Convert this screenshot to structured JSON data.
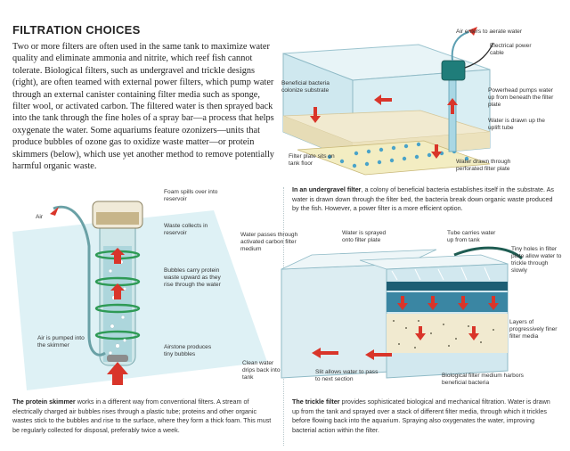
{
  "title": "FILTRATION CHOICES",
  "intro": "Two or more filters are often used in the same tank to maximize water quality and eliminate ammonia and nitrite, which reef fish cannot tolerate. Biological filters, such as undergravel and trickle designs (right), are often teamed with external power filters, which pump water through an external canister containing filter media such as sponge, filter wool, or activated carbon. The filtered water is then sprayed back into the tank through the fine holes of a spray bar—a process that helps oxygenate the water. Some aquariums feature ozonizers—units that produce bubbles of ozone gas to oxidize waste matter—or protein skimmers (below), which use yet another method to remove potentially harmful organic waste.",
  "undergravel": {
    "labels": {
      "air_enters": "Air enters to aerate water",
      "electrical_cable": "Electrical power cable",
      "beneficial_bacteria": "Beneficial bacteria colonize substrate",
      "powerhead": "Powerhead pumps water up from beneath the filter plate",
      "water_drawn_up": "Water is drawn up the uplift tube",
      "filter_plate": "Filter plate sits on tank floor",
      "water_drawn_through": "Water drawn through perforated filter plate"
    },
    "caption_bold": "In an undergravel filter",
    "caption_text": ", a colony of beneficial bacteria establishes itself in the substrate. As water is drawn down through the filter bed, the bacteria break down organic waste produced by the fish. However, a power filter is a more efficient option."
  },
  "skimmer": {
    "labels": {
      "air": "Air",
      "foam_spills": "Foam spills over into reservoir",
      "waste_collects": "Waste collects in reservoir",
      "bubbles_carry": "Bubbles carry protein waste upward as they rise through the water",
      "air_pumped": "Air is pumped into the skimmer",
      "airstone": "Airstone produces tiny bubbles"
    },
    "caption_bold": "The protein skimmer",
    "caption_text": " works in a different way from conventional filters. A stream of electrically charged air bubbles rises through a plastic tube; proteins and other organic wastes stick to the bubbles and rise to the surface, where they form a thick foam. This must be regularly collected for disposal, preferably twice a week."
  },
  "trickle": {
    "labels": {
      "water_passes": "Water passes through activated carbon filter medium",
      "water_sprayed": "Water is sprayed onto filter plate",
      "tube_carries": "Tube carries water up from tank",
      "tiny_holes": "Tiny holes in filter plate allow water to trickle through slowly",
      "layers": "Layers of progressively finer filter media",
      "clean_water": "Clean water drips back into tank",
      "slit": "Slit allows water to pass to next section",
      "biological_medium": "Biological filter medium harbors beneficial bacteria"
    },
    "caption_bold": "The trickle filter",
    "caption_text": " provides sophisticated biological and mechanical filtration. Water is drawn up from the tank and sprayed over a stack of different filter media, through which it trickles before flowing back into the aquarium. Spraying also oxygenates the water, improving bacterial action within the filter."
  },
  "colors": {
    "water": "#cfe8ef",
    "glass_edge": "#7fb3c1",
    "arrow_red": "#d9352a",
    "gravel": "#f1ead0",
    "tube_green": "#2e9a55",
    "plate": "#f3edc2"
  }
}
